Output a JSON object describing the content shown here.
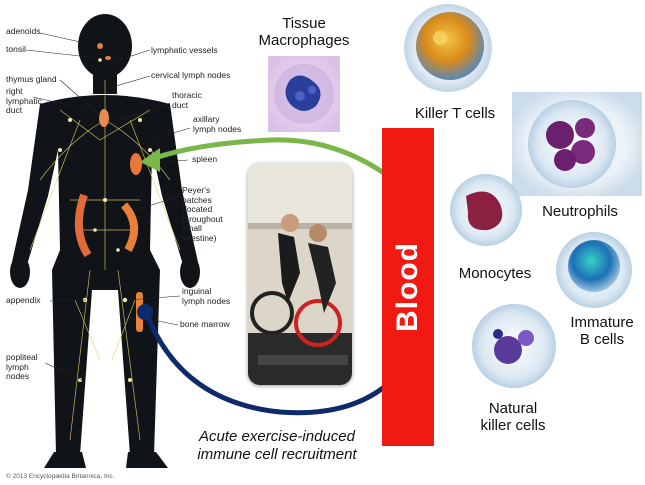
{
  "anatomy_labels": {
    "adenoids": "adenoids",
    "tonsil": "tonsil",
    "thymus": "thymus gland",
    "right_lymphatic_duct": "right\nlymphatic\nduct",
    "lymphatic_vessels": "lymphatic vessels",
    "cervical": "cervical lymph nodes",
    "thoracic": "thoracic\nduct",
    "axillary": "axillary\nlymph nodes",
    "spleen": "spleen",
    "peyers": "Peyer's\npatches\n(located\nthroughout\nsmall\nintestine)",
    "appendix": "appendix",
    "inguinal": "inguinal\nlymph nodes",
    "bone_marrow": "bone marrow",
    "popliteal": "popliteal\nlymph\nnodes"
  },
  "copyright": "© 2013 Encyclopædia Britannica, Inc.",
  "cells": {
    "tissue_macrophages": "Tissue\nMacrophages",
    "killer_t": "Killer T cells",
    "neutrophils": "Neutrophils",
    "monocytes": "Monocytes",
    "immature_b": "Immature\nB cells",
    "nk": "Natural\nkiller cells"
  },
  "blood_label": "Blood",
  "caption": "Acute exercise-induced\nimmune cell recruitment",
  "colors": {
    "blood": "#f11a12",
    "green_arrow": "#7ab648",
    "navy_arrow": "#0d2a6b"
  }
}
